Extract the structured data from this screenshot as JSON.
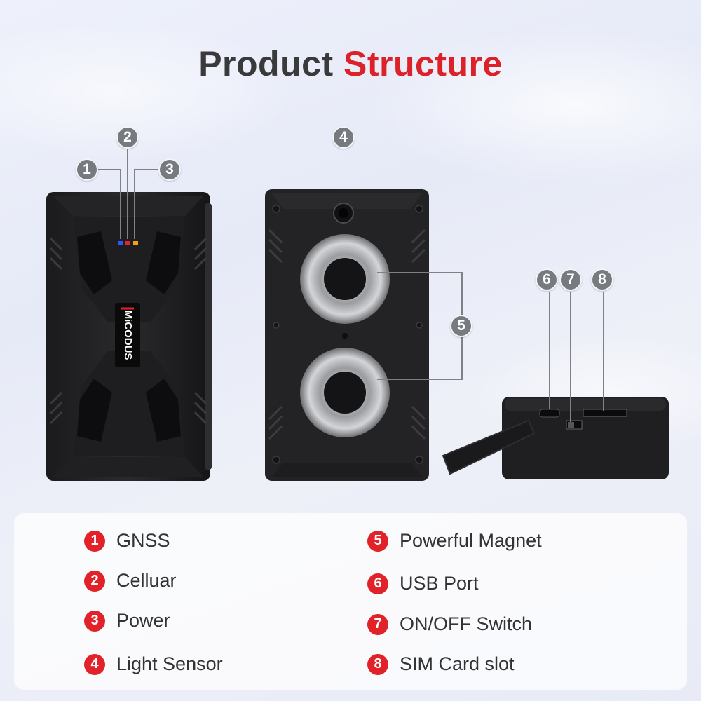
{
  "title": {
    "part1": "Product",
    "part2": "Structure"
  },
  "colors": {
    "accent_red": "#dc2128",
    "badge_gray": "#777a7e",
    "title_dark": "#3a3a3c"
  },
  "callouts": [
    "1",
    "2",
    "3",
    "4",
    "5",
    "6",
    "7",
    "8"
  ],
  "device_brand": "MiCODUS",
  "legend": [
    {
      "num": "1",
      "label": "GNSS"
    },
    {
      "num": "2",
      "label": "Celluar"
    },
    {
      "num": "3",
      "label": "Power"
    },
    {
      "num": "4",
      "label": "Light Sensor"
    },
    {
      "num": "5",
      "label": "Powerful Magnet"
    },
    {
      "num": "6",
      "label": "USB Port"
    },
    {
      "num": "7",
      "label": "ON/OFF Switch"
    },
    {
      "num": "8",
      "label": "SIM Card slot"
    }
  ]
}
